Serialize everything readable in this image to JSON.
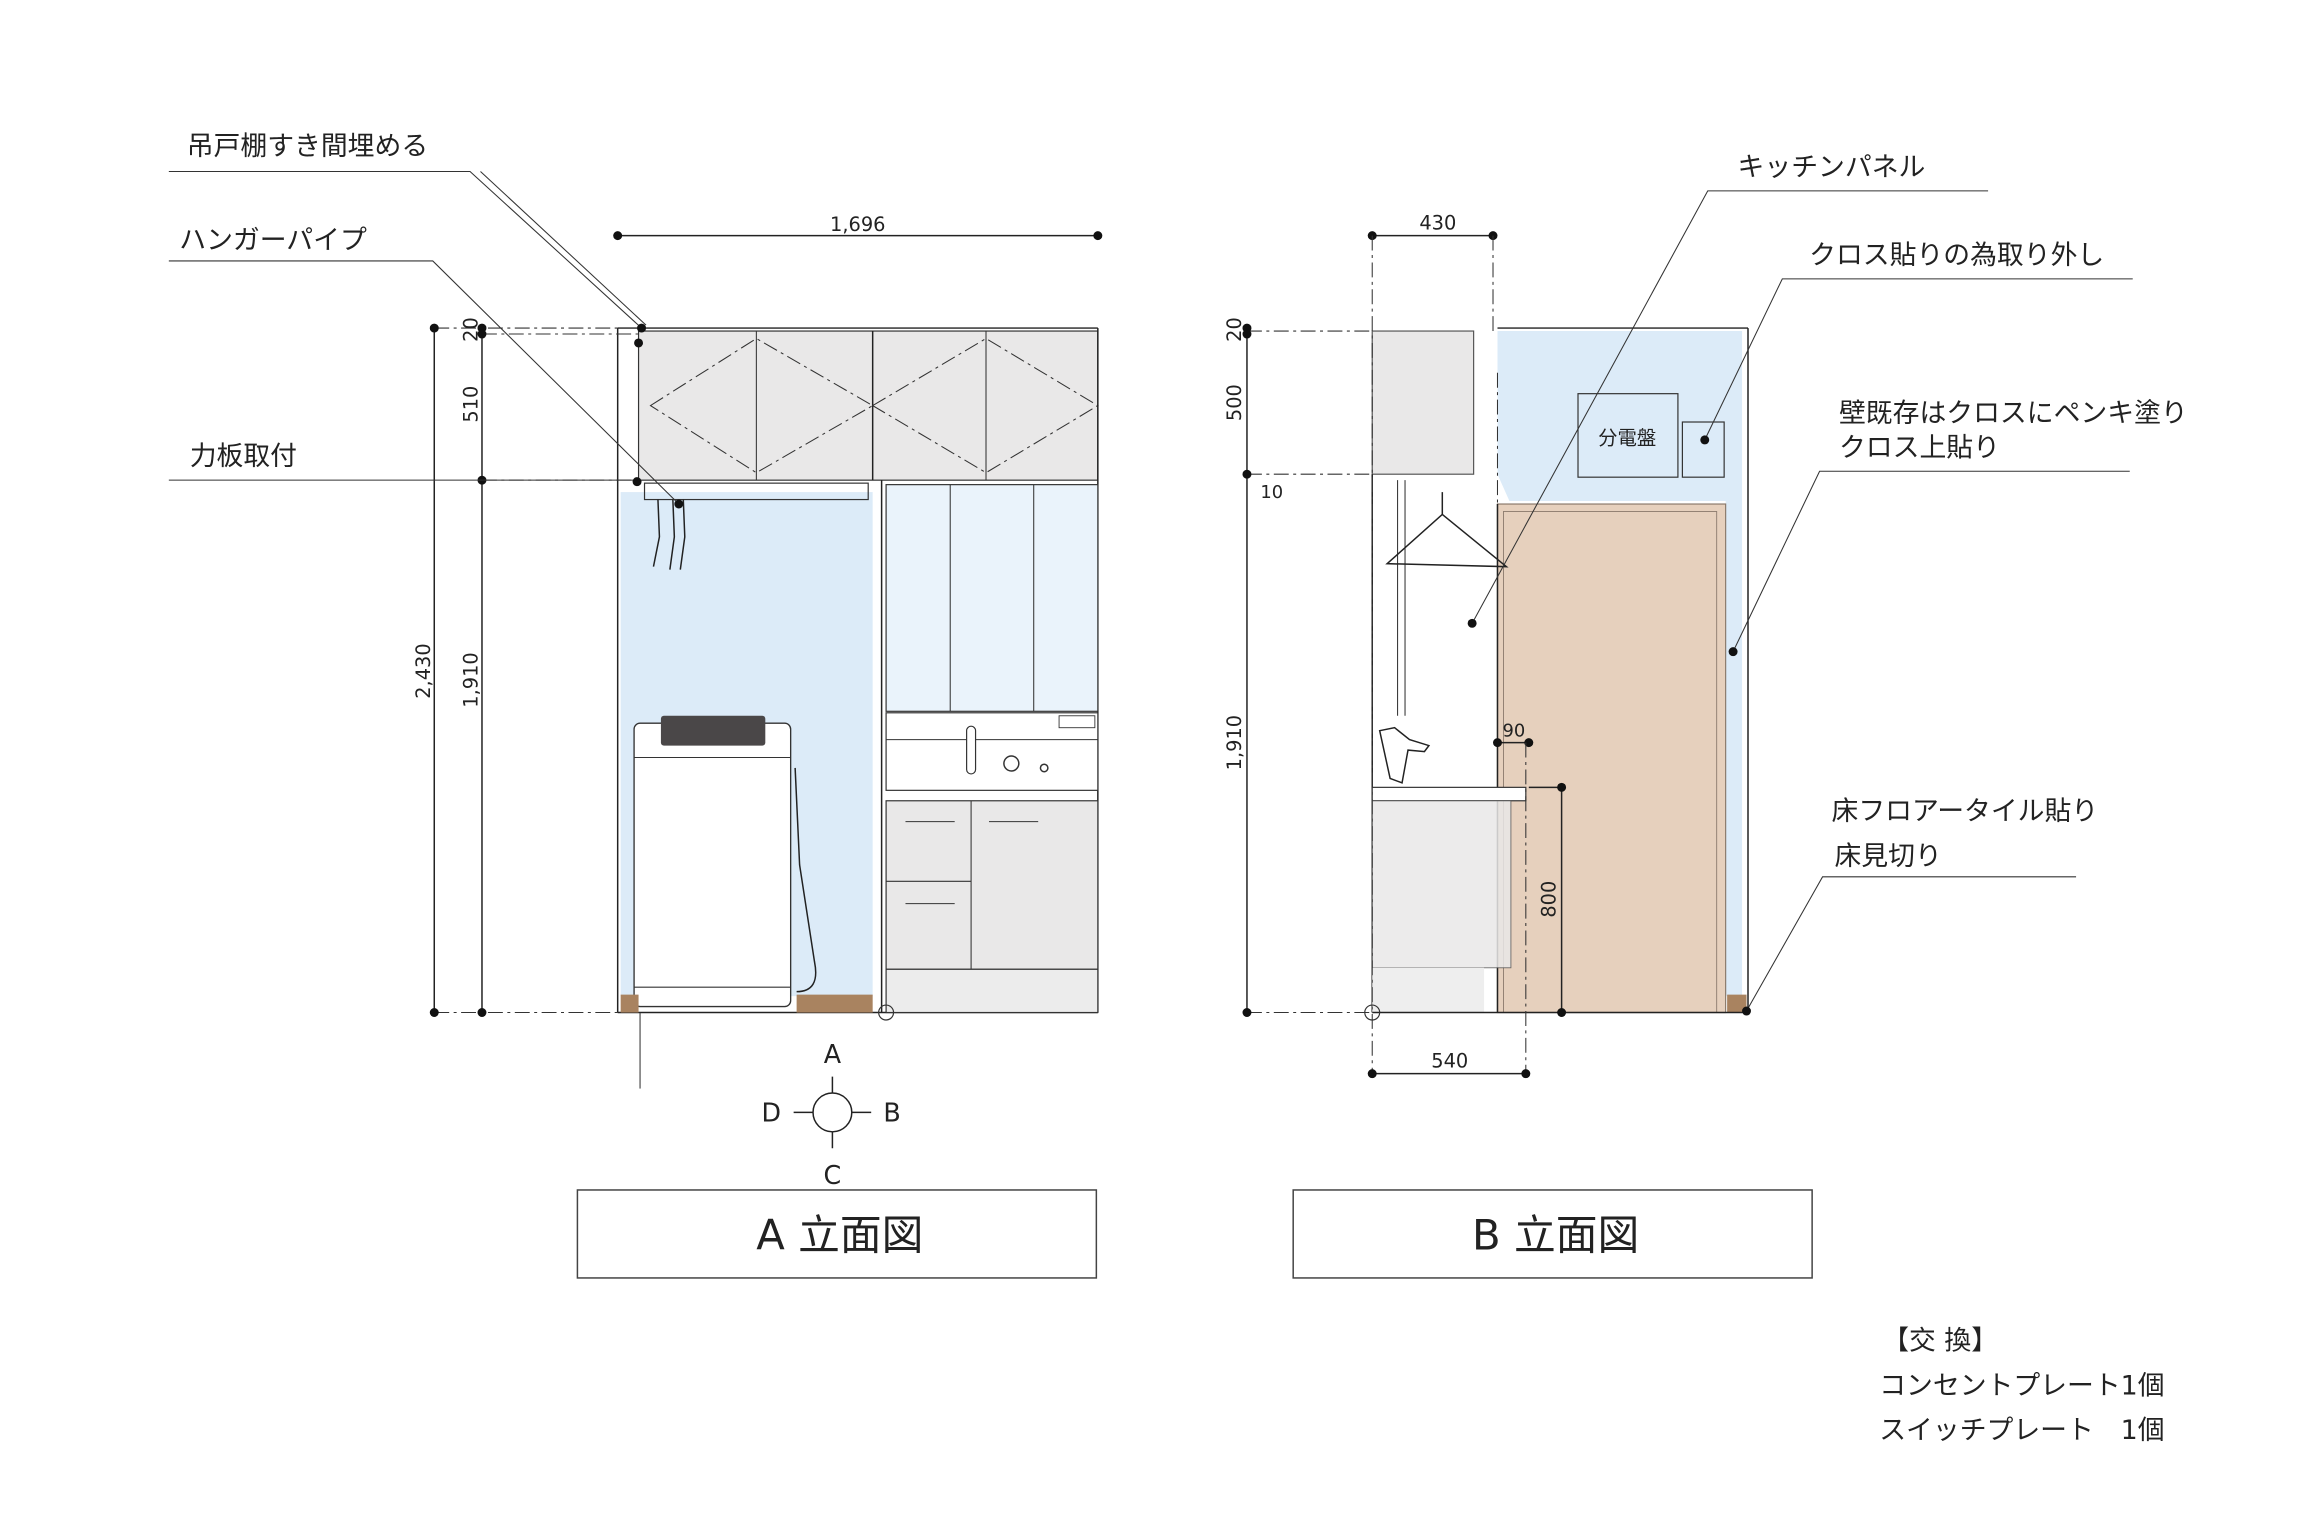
{
  "elevation_a": {
    "title": "A 立面図",
    "dim_width": "1,696",
    "dim_total_height": "2,430",
    "dim_top_gap": "20",
    "dim_cabinet": "510",
    "dim_lower": "1,910",
    "notes": [
      "吊戸棚すき間埋める",
      "ハンガーパイプ",
      "力板取付"
    ]
  },
  "elevation_b": {
    "title": "B 立面図",
    "dim_cabinet_depth": "430",
    "dim_top_gap": "20",
    "dim_cabinet": "500",
    "dim_offset": "10",
    "dim_lower": "1,910",
    "dim_counter_overhang": "90",
    "dim_counter_height": "800",
    "dim_vanity_depth": "540",
    "panel_label": "分電盤",
    "notes": [
      "キッチンパネル",
      "クロス貼りの為取り外し",
      "壁既存はクロスにペンキ塗り",
      "クロス上貼り",
      "床フロアータイル貼り",
      "床見切り"
    ]
  },
  "compass": {
    "north": "A",
    "east": "B",
    "south": "C",
    "west": "D"
  },
  "replacement": {
    "heading": "【交 換】",
    "items": [
      "コンセントプレート1個",
      "スイッチプレート　1個"
    ]
  },
  "colors": {
    "wall_blue": "#dcebf8",
    "door_beige": "#e6d0bd",
    "cabinet_gray": "#e9e8e8",
    "baseboard": "#a98360"
  }
}
